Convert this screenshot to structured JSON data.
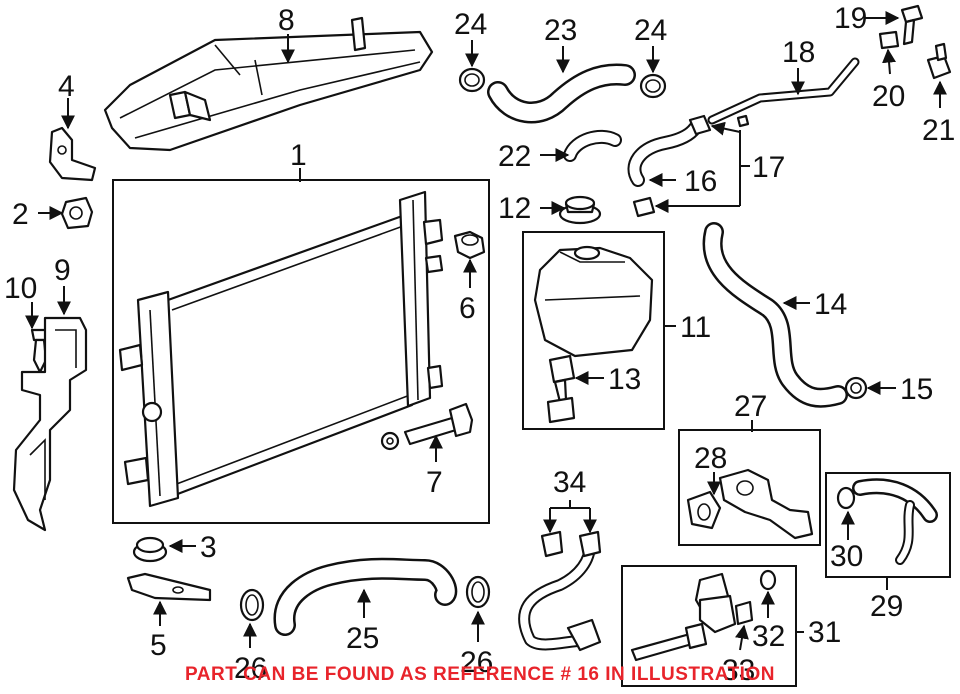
{
  "callouts": {
    "c1": "1",
    "c2": "2",
    "c3": "3",
    "c4": "4",
    "c5": "5",
    "c6": "6",
    "c7": "7",
    "c8": "8",
    "c9": "9",
    "c10": "10",
    "c11": "11",
    "c12": "12",
    "c13": "13",
    "c14": "14",
    "c15": "15",
    "c16": "16",
    "c17": "17",
    "c18": "18",
    "c19": "19",
    "c20": "20",
    "c21": "21",
    "c22": "22",
    "c23": "23",
    "c24": "24",
    "c25": "25",
    "c26": "26",
    "c27": "27",
    "c28": "28",
    "c29": "29",
    "c30": "30",
    "c31": "31",
    "c32": "32",
    "c33": "33",
    "c34": "34"
  },
  "footer": {
    "note": "PART CAN BE FOUND AS REFERENCE # 16 IN ILLUSTRATION",
    "color": "#e8242b"
  }
}
